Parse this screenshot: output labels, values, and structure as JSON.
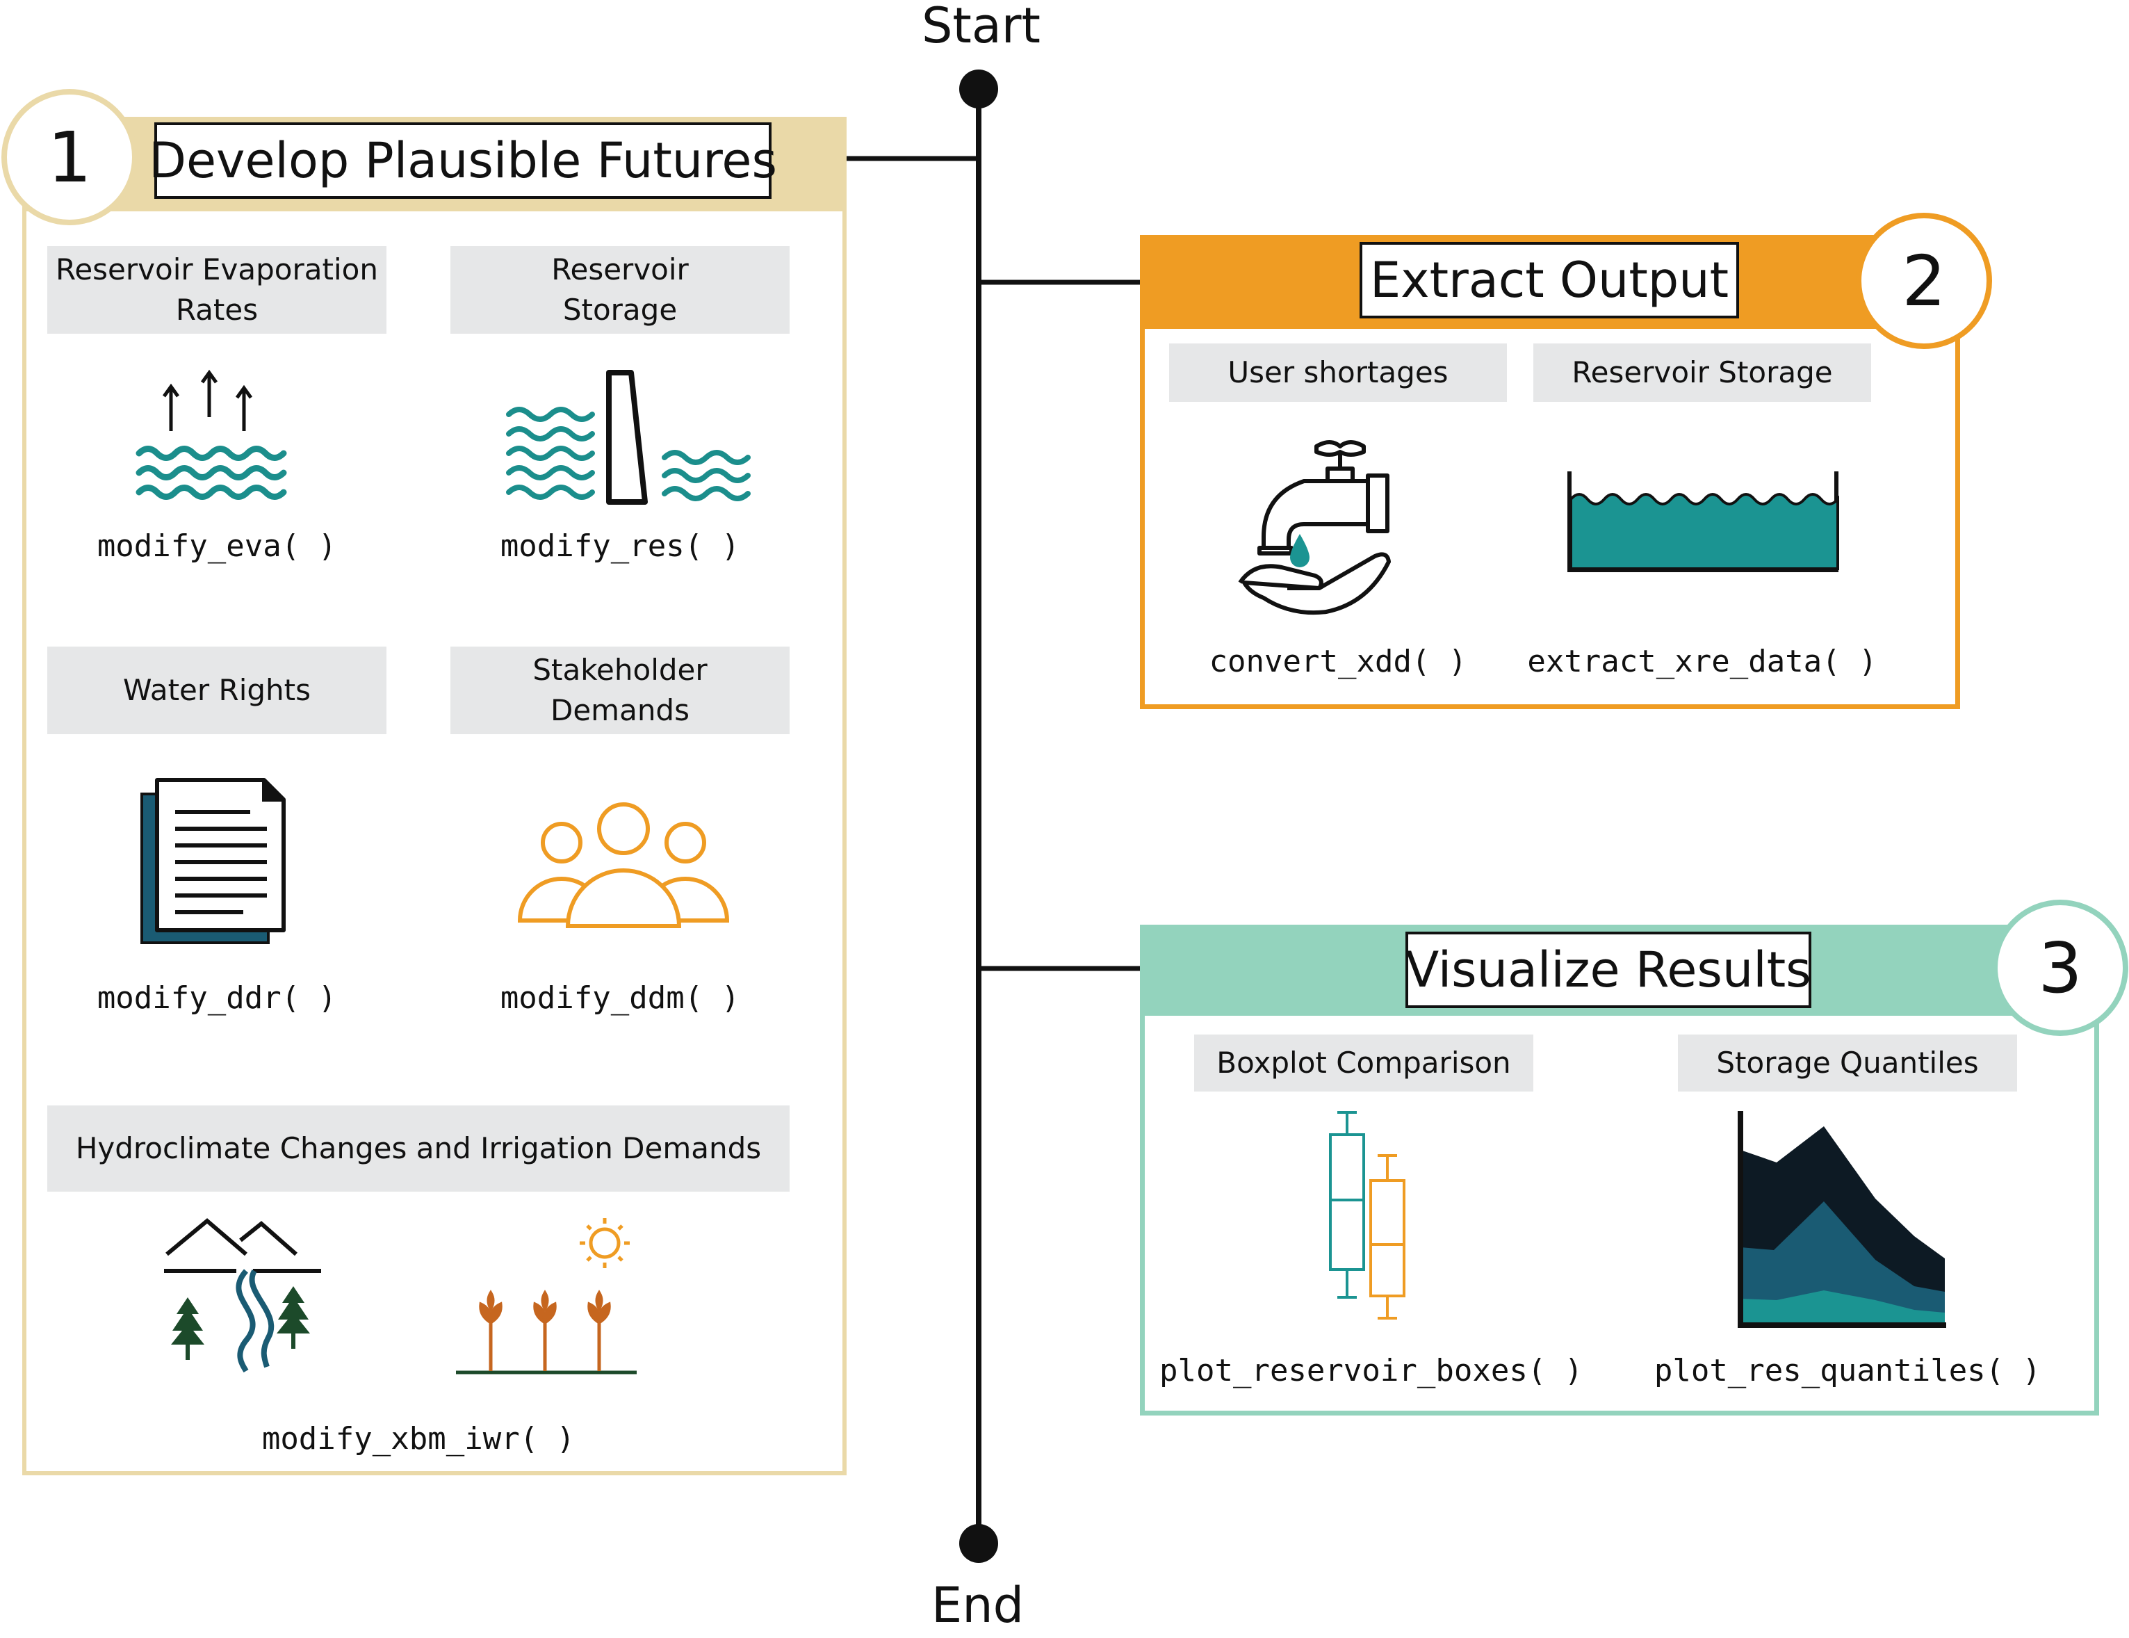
{
  "flow": {
    "start_label": "Start",
    "end_label": "End"
  },
  "steps": [
    {
      "number": "1",
      "title": "Develop Plausible Futures",
      "color": "#ead9a8",
      "items": [
        {
          "label": "Reservoir Evaporation\nRates",
          "function": "modify_eva( )",
          "icon": "evaporation-icon"
        },
        {
          "label": "Reservoir\nStorage",
          "function": "modify_res( )",
          "icon": "dam-icon"
        },
        {
          "label": "Water Rights",
          "function": "modify_ddr( )",
          "icon": "document-icon"
        },
        {
          "label": "Stakeholder\nDemands",
          "function": "modify_ddm( )",
          "icon": "people-icon"
        },
        {
          "label": "Hydroclimate Changes and Irrigation Demands",
          "function": "modify_xbm_iwr( )",
          "icon": "mountains-river-crops-icon"
        }
      ]
    },
    {
      "number": "2",
      "title": "Extract Output",
      "color": "#ef9c23",
      "items": [
        {
          "label": "User shortages",
          "function": "convert_xdd( )",
          "icon": "faucet-hand-icon"
        },
        {
          "label": "Reservoir Storage",
          "function": "extract_xre_data( )",
          "icon": "reservoir-storage-icon"
        }
      ]
    },
    {
      "number": "3",
      "title": "Visualize Results",
      "color": "#93d3bd",
      "items": [
        {
          "label": "Boxplot Comparison",
          "function": "plot_reservoir_boxes( )",
          "icon": "boxplot-icon"
        },
        {
          "label": "Storage Quantiles",
          "function": "plot_res_quantiles( )",
          "icon": "area-chart-icon"
        }
      ]
    }
  ],
  "colors": {
    "teal": "#1b9492",
    "dark_teal": "#1a5b73",
    "navy": "#0d1a24",
    "orange": "#ef9c23",
    "rust": "#c6661f",
    "green": "#1c4a2a"
  }
}
